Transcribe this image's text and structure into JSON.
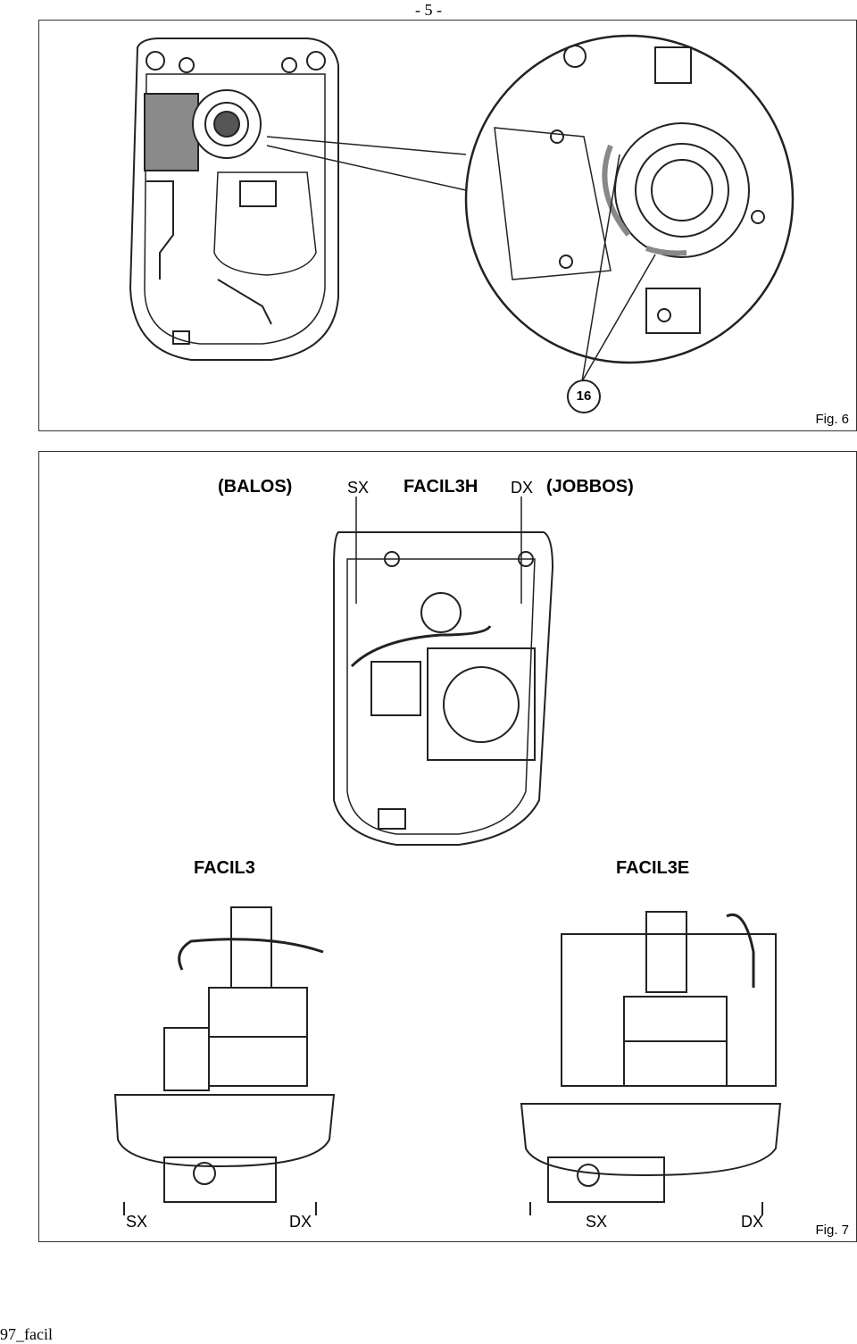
{
  "page_number": "- 5 -",
  "fig6": {
    "label": "Fig. 6",
    "callout": "16"
  },
  "fig7": {
    "label": "Fig. 7",
    "top": {
      "left_side": "(BALOS)",
      "sx": "SX",
      "model": "FACIL3H",
      "dx": "DX",
      "right_side": "(JOBBOS)"
    },
    "left_unit": {
      "model": "FACIL3",
      "sx": "SX",
      "dx": "DX"
    },
    "right_unit": {
      "model": "FACIL3E",
      "sx": "SX",
      "dx": "DX"
    }
  },
  "footer": "97_facil"
}
